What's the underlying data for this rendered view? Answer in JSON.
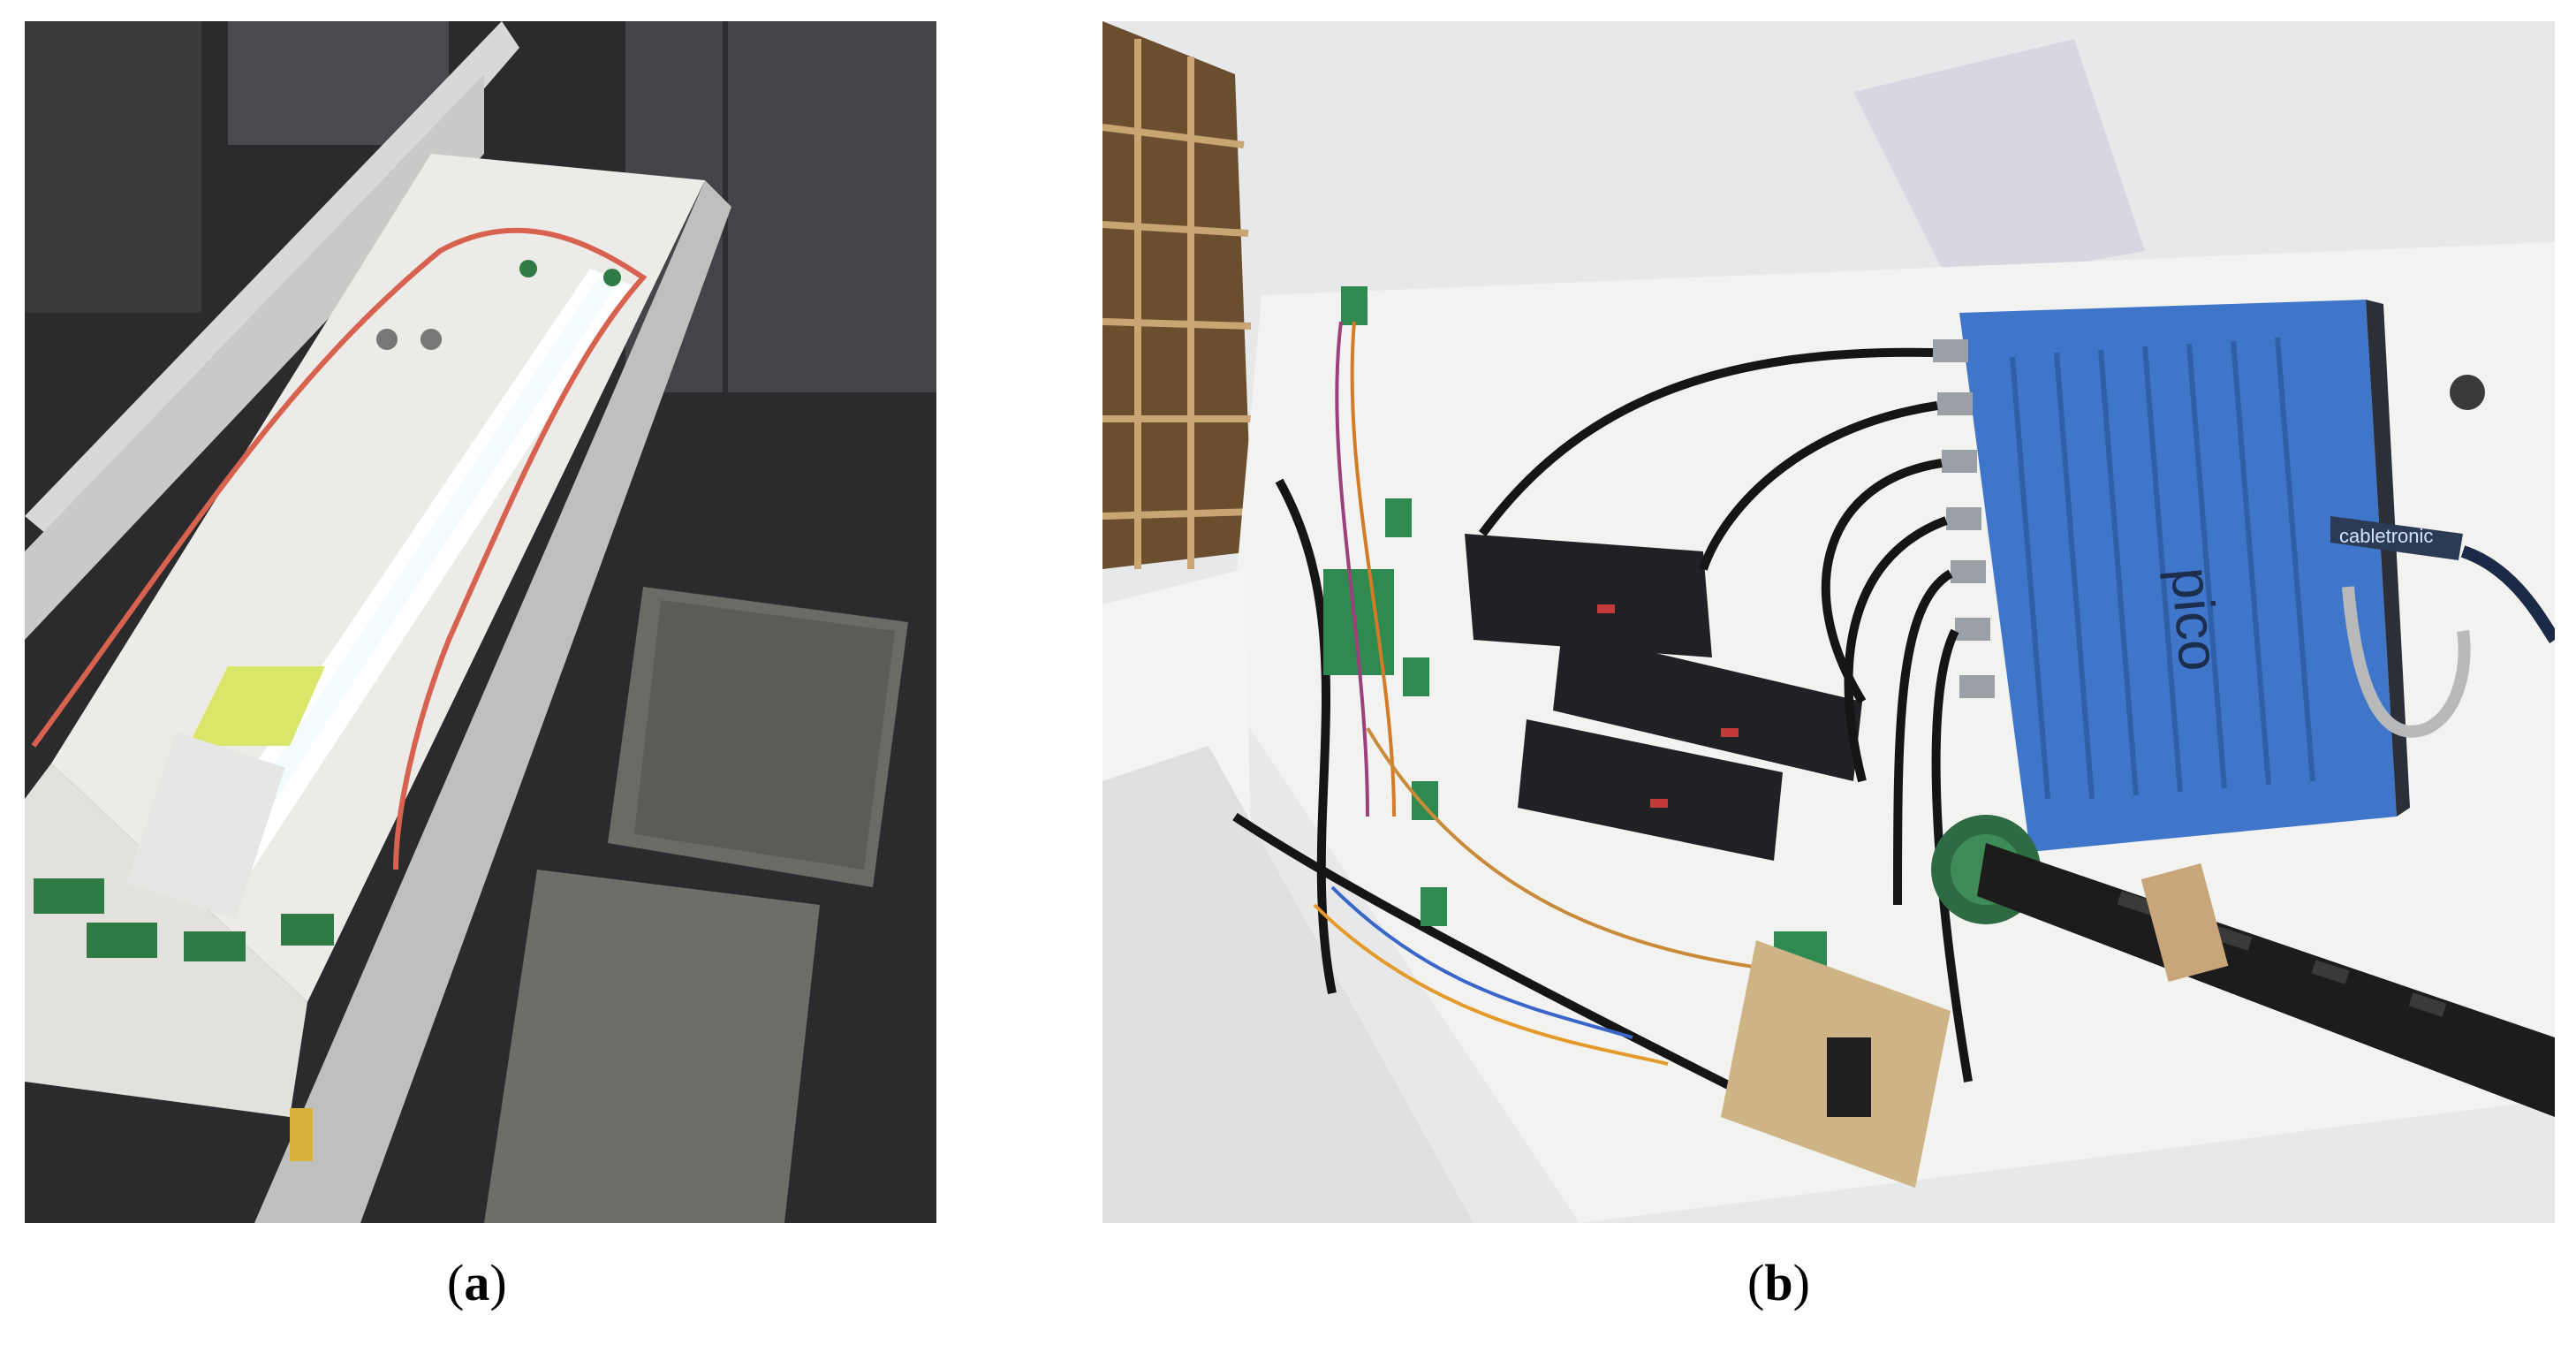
{
  "figure": {
    "panels": [
      {
        "id": "a",
        "caption": {
          "open": "(",
          "letter": "a",
          "close": ")"
        },
        "content": "photo-open-luminaire-with-fluorescent-tube"
      },
      {
        "id": "b",
        "caption": {
          "open": "(",
          "letter": "b",
          "close": ")"
        },
        "content": "photo-measurement-setup-with-oscilloscope"
      }
    ],
    "device_text": {
      "oscilloscope_brand": "pico",
      "usb_cable_brand": "cabletronic"
    }
  }
}
